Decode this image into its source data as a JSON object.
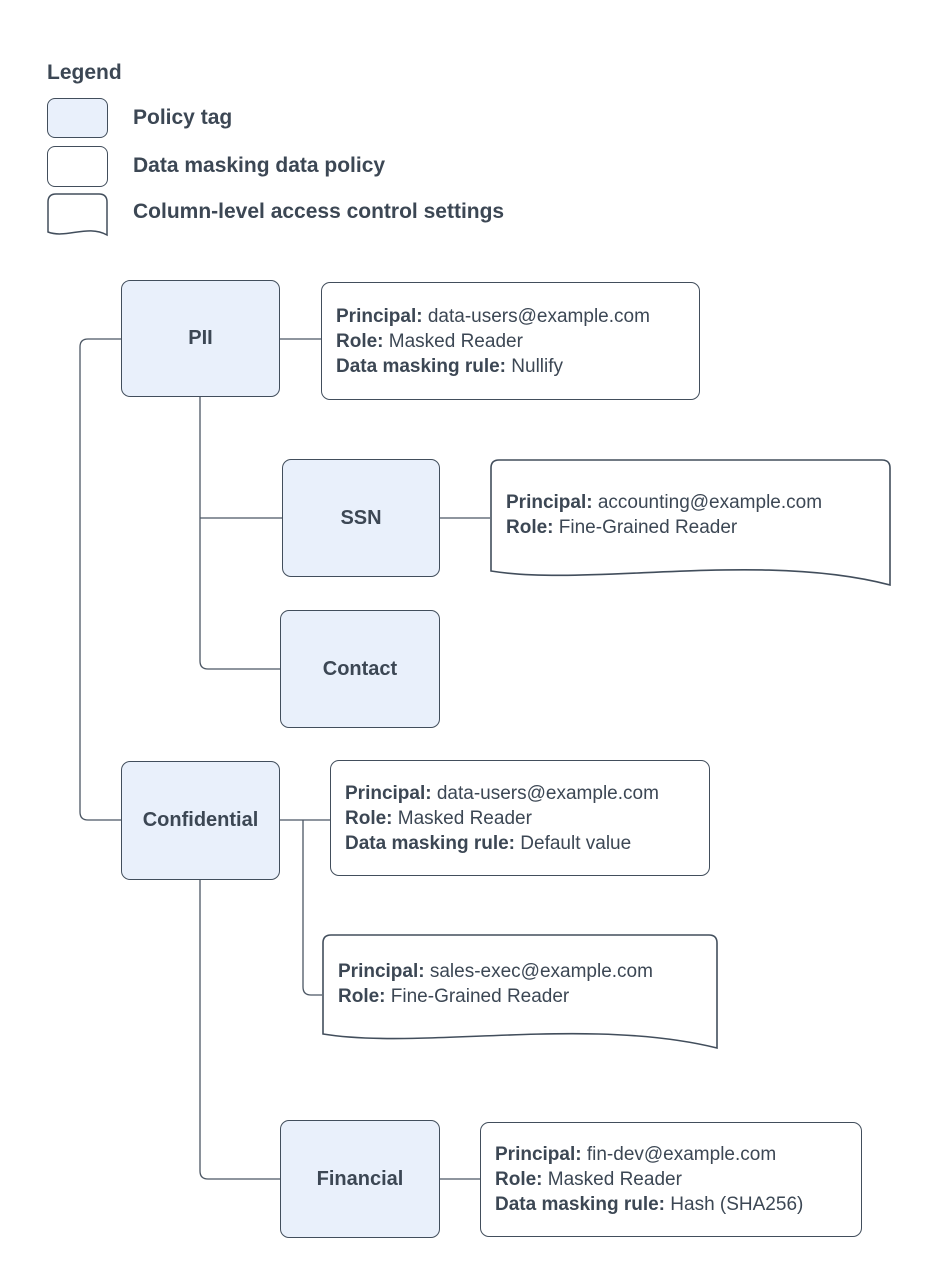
{
  "colors": {
    "policy_tag_fill": "#e9f0fb",
    "shape_border": "#424e5c",
    "connector": "#4b5663",
    "text": "#3c4754"
  },
  "legend": {
    "title": "Legend",
    "items": [
      {
        "label": "Policy tag"
      },
      {
        "label": "Data masking data policy"
      },
      {
        "label": "Column-level access control settings"
      }
    ]
  },
  "field_labels": {
    "principal": "Principal:",
    "role": "Role:",
    "masking_rule": "Data masking rule:"
  },
  "policy_tags": {
    "pii": {
      "label": "PII"
    },
    "ssn": {
      "label": "SSN"
    },
    "contact": {
      "label": "Contact"
    },
    "confidential": {
      "label": "Confidential"
    },
    "financial": {
      "label": "Financial"
    }
  },
  "data_policies": {
    "pii": {
      "principal": "data-users@example.com",
      "role": "Masked Reader",
      "masking_rule": "Nullify"
    },
    "confidential": {
      "principal": "data-users@example.com",
      "role": "Masked Reader",
      "masking_rule": "Default value"
    },
    "financial": {
      "principal": "fin-dev@example.com",
      "role": "Masked Reader",
      "masking_rule": "Hash (SHA256)"
    }
  },
  "access_controls": {
    "ssn": {
      "principal": "accounting@example.com",
      "role": "Fine-Grained Reader"
    },
    "confidential": {
      "principal": "sales-exec@example.com",
      "role": "Fine-Grained Reader"
    }
  }
}
